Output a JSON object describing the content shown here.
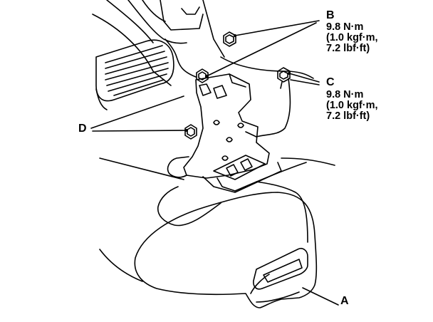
{
  "callouts": {
    "a": {
      "letter": "A"
    },
    "b": {
      "letter": "B",
      "torque_nm": "9.8 N·m",
      "torque_kgf": "(1.0 kgf·m,",
      "torque_lbf": "7.2 lbf·ft)"
    },
    "c": {
      "letter": "C",
      "torque_nm": "9.8 N·m",
      "torque_kgf": "(1.0 kgf·m,",
      "torque_lbf": "7.2 lbf·ft)"
    },
    "d": {
      "letter": "D"
    }
  }
}
